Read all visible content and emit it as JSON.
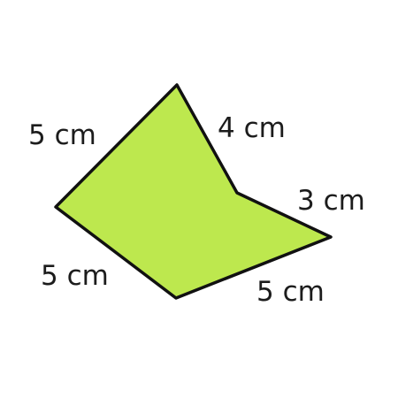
{
  "shape": {
    "fill_color": "#bde84e",
    "stroke_color": "#111111",
    "side_labels": {
      "top_left": "5 cm",
      "top_right": "4 cm",
      "right": "3 cm",
      "bottom_right": "5 cm",
      "bottom_left": "5 cm"
    }
  }
}
